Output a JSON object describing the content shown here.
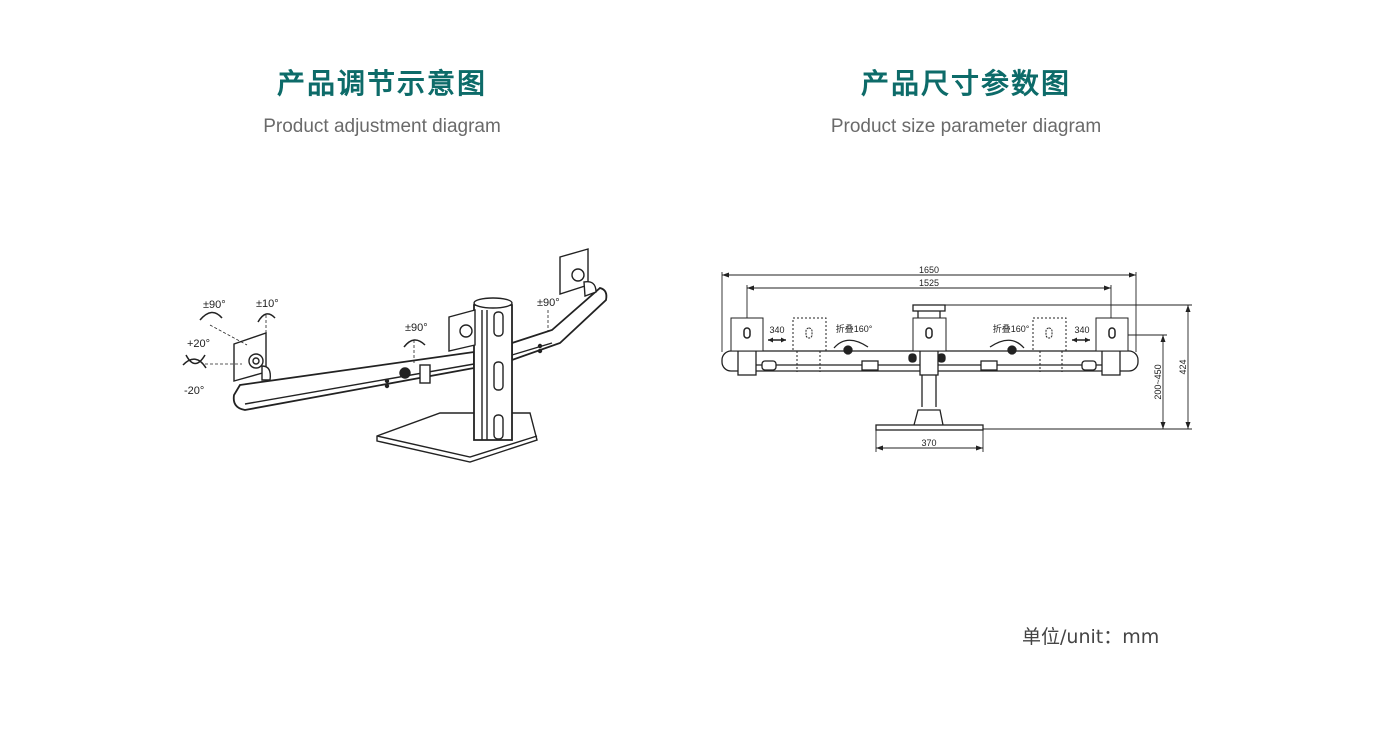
{
  "left_section": {
    "title": "产品调节示意图",
    "subtitle": "Product adjustment diagram",
    "angle_labels": {
      "left_swivel": "±90°",
      "left_rotate": "±10°",
      "tilt_up": "+20°",
      "tilt_down": "-20°",
      "middle_joint": "±90°",
      "right_joint": "±90°"
    }
  },
  "right_section": {
    "title": "产品尺寸参数图",
    "subtitle": "Product size parameter diagram",
    "dimensions": {
      "total_width": "1650",
      "vesa_span": "1525",
      "slide_left": "340",
      "slide_right": "340",
      "fold_left": "折叠160°",
      "fold_right": "折叠160°",
      "height_range": "200~450",
      "total_height": "424",
      "base_width": "370"
    }
  },
  "unit_label": "单位/unit：mm",
  "colors": {
    "title": "#0d6b69",
    "subtitle": "#6a6a6a",
    "line": "#222222"
  }
}
